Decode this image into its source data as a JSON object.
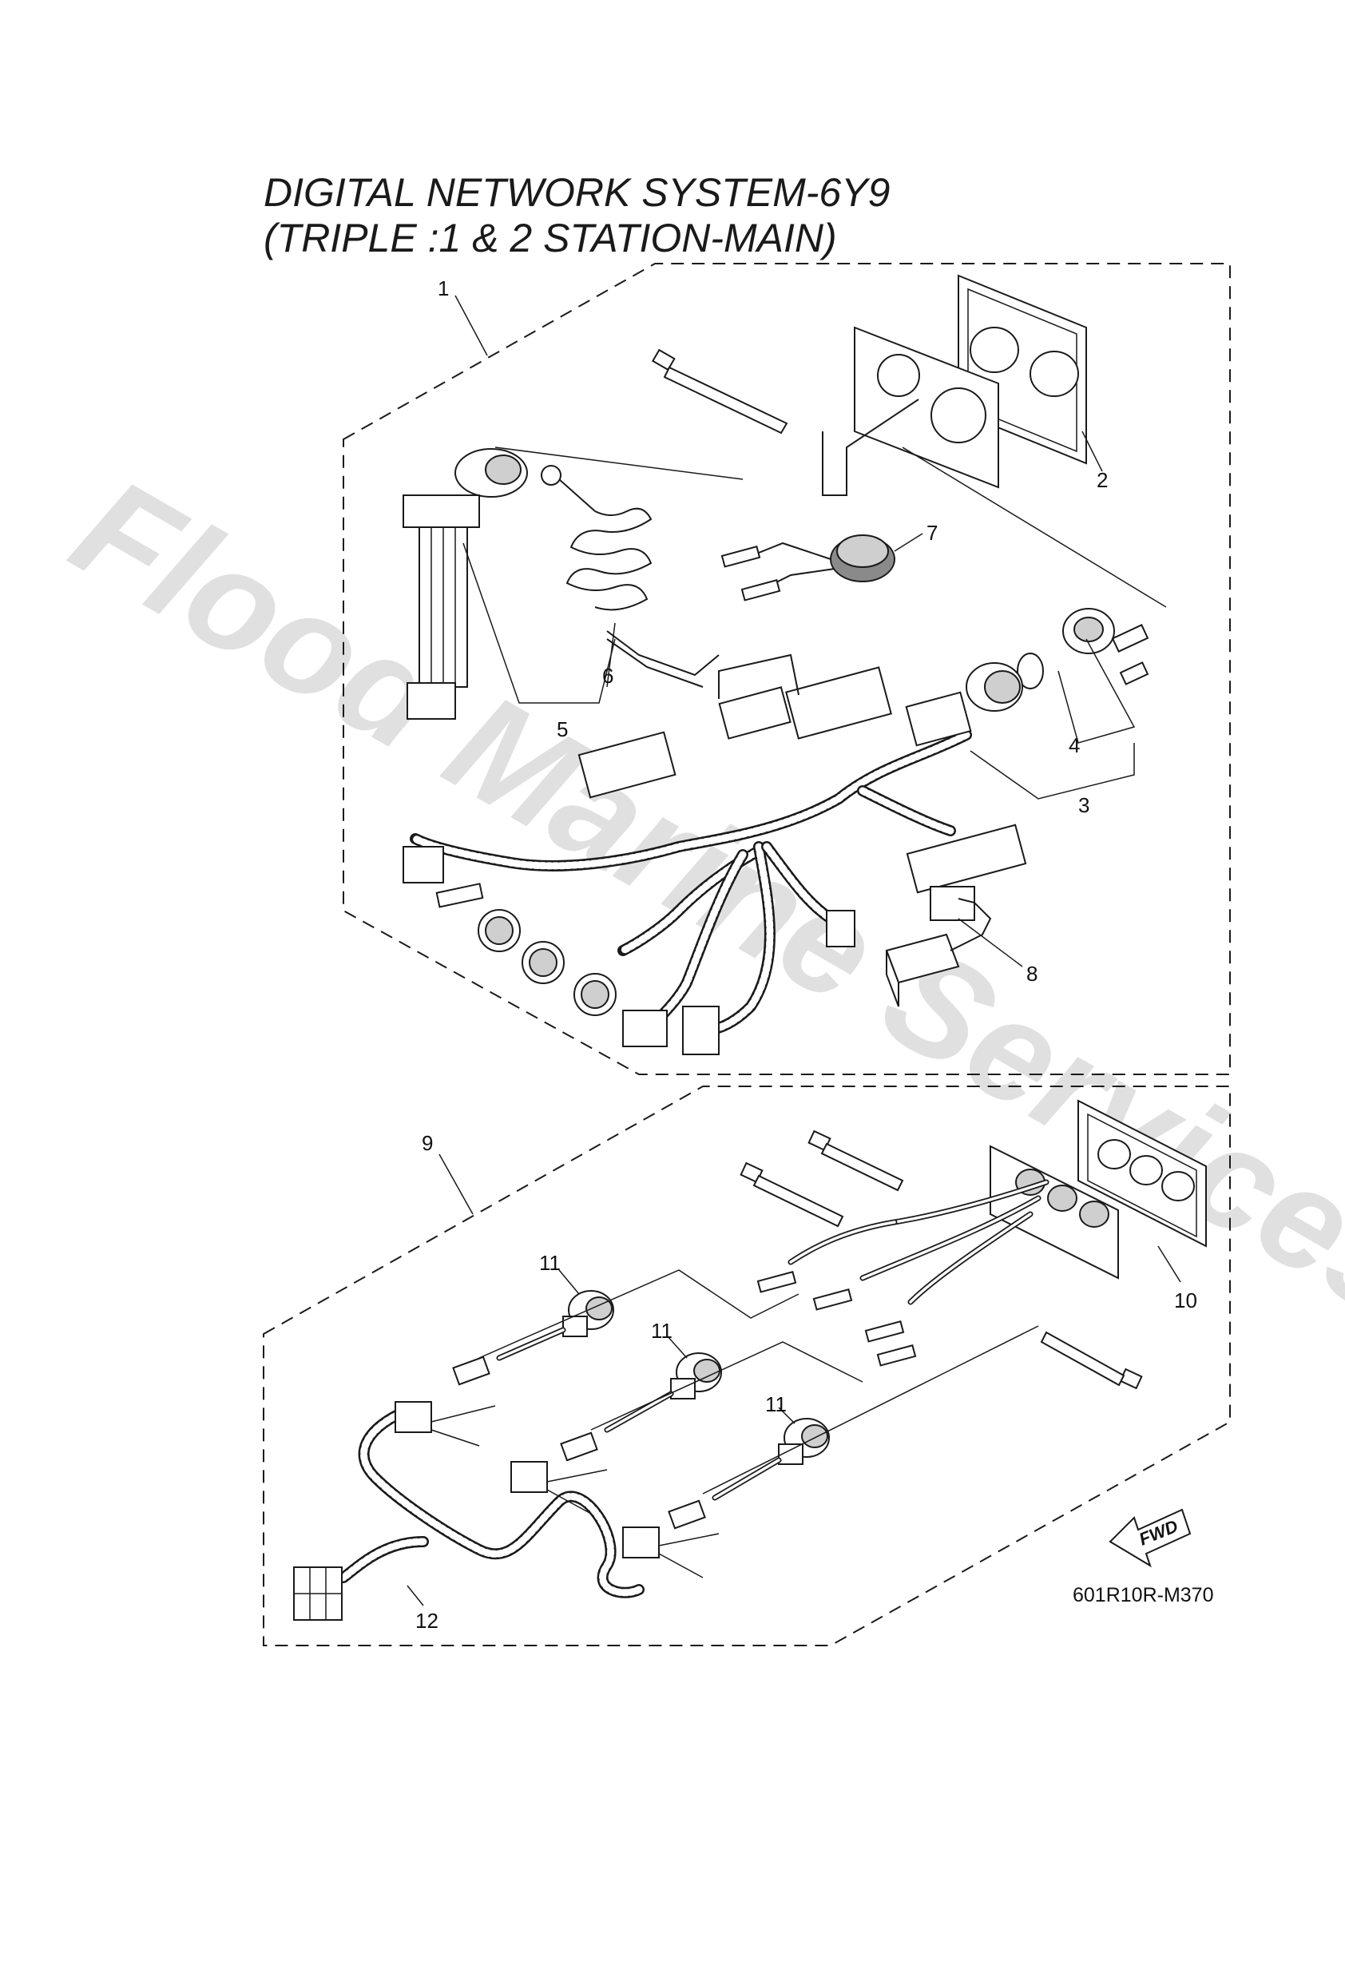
{
  "title": {
    "line1": "DIGITAL NETWORK SYSTEM-6Y9",
    "line2": "(TRIPLE :1 & 2 STATION-MAIN)"
  },
  "watermark": "Flood Marine Services",
  "callouts": {
    "c1": "1",
    "c2": "2",
    "c3": "3",
    "c4": "4",
    "c5": "5",
    "c6": "6",
    "c7": "7",
    "c8": "8",
    "c9": "9",
    "c10": "10",
    "c11a": "11",
    "c11b": "11",
    "c11c": "11",
    "c12": "12"
  },
  "direction_label": "FWD",
  "drawing_code": "601R10R-M370"
}
